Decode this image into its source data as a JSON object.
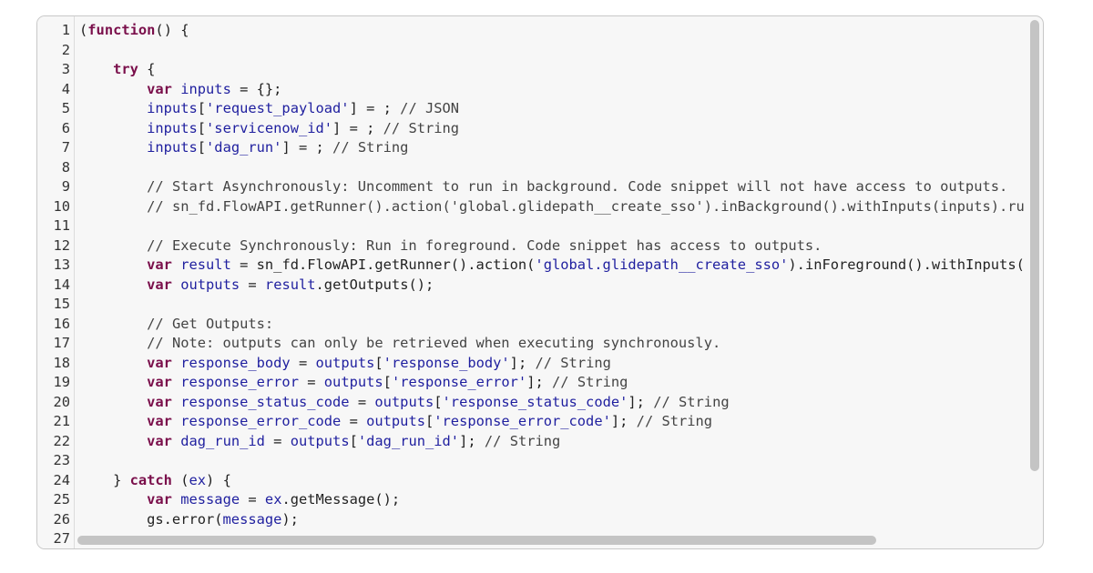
{
  "editor": {
    "lines": [
      {
        "n": "1",
        "t": [
          [
            "pun",
            "("
          ],
          [
            "kw",
            "function"
          ],
          [
            "pun",
            "() {"
          ]
        ]
      },
      {
        "n": "2",
        "t": []
      },
      {
        "n": "3",
        "t": [
          [
            "pun",
            "    "
          ],
          [
            "kw",
            "try"
          ],
          [
            "pun",
            " {"
          ]
        ]
      },
      {
        "n": "4",
        "t": [
          [
            "pun",
            "        "
          ],
          [
            "kw",
            "var"
          ],
          [
            "pun",
            " "
          ],
          [
            "var",
            "inputs"
          ],
          [
            "pun",
            " = {};"
          ]
        ]
      },
      {
        "n": "5",
        "t": [
          [
            "pun",
            "        "
          ],
          [
            "var",
            "inputs"
          ],
          [
            "pun",
            "["
          ],
          [
            "str",
            "'request_payload'"
          ],
          [
            "pun",
            "] = ; "
          ],
          [
            "com",
            "// JSON"
          ]
        ]
      },
      {
        "n": "6",
        "t": [
          [
            "pun",
            "        "
          ],
          [
            "var",
            "inputs"
          ],
          [
            "pun",
            "["
          ],
          [
            "str",
            "'servicenow_id'"
          ],
          [
            "pun",
            "] = ; "
          ],
          [
            "com",
            "// String"
          ]
        ]
      },
      {
        "n": "7",
        "t": [
          [
            "pun",
            "        "
          ],
          [
            "var",
            "inputs"
          ],
          [
            "pun",
            "["
          ],
          [
            "str",
            "'dag_run'"
          ],
          [
            "pun",
            "] = ; "
          ],
          [
            "com",
            "// String"
          ]
        ]
      },
      {
        "n": "8",
        "t": []
      },
      {
        "n": "9",
        "t": [
          [
            "pun",
            "        "
          ],
          [
            "com",
            "// Start Asynchronously: Uncomment to run in background. Code snippet will not have access to outputs."
          ]
        ]
      },
      {
        "n": "10",
        "t": [
          [
            "pun",
            "        "
          ],
          [
            "com",
            "// sn_fd.FlowAPI.getRunner().action('global.glidepath__create_sso').inBackground().withInputs(inputs).run();"
          ]
        ]
      },
      {
        "n": "11",
        "t": []
      },
      {
        "n": "12",
        "t": [
          [
            "pun",
            "        "
          ],
          [
            "com",
            "// Execute Synchronously: Run in foreground. Code snippet has access to outputs."
          ]
        ]
      },
      {
        "n": "13",
        "t": [
          [
            "pun",
            "        "
          ],
          [
            "kw",
            "var"
          ],
          [
            "pun",
            " "
          ],
          [
            "var",
            "result"
          ],
          [
            "pun",
            " = sn_fd.FlowAPI.getRunner().action("
          ],
          [
            "str",
            "'global.glidepath__create_sso'"
          ],
          [
            "pun",
            ").inForeground().withInputs(inputs).run();"
          ]
        ]
      },
      {
        "n": "14",
        "t": [
          [
            "pun",
            "        "
          ],
          [
            "kw",
            "var"
          ],
          [
            "pun",
            " "
          ],
          [
            "var",
            "outputs"
          ],
          [
            "pun",
            " = "
          ],
          [
            "var",
            "result"
          ],
          [
            "pun",
            ".getOutputs();"
          ]
        ]
      },
      {
        "n": "15",
        "t": []
      },
      {
        "n": "16",
        "t": [
          [
            "pun",
            "        "
          ],
          [
            "com",
            "// Get Outputs:"
          ]
        ]
      },
      {
        "n": "17",
        "t": [
          [
            "pun",
            "        "
          ],
          [
            "com",
            "// Note: outputs can only be retrieved when executing synchronously."
          ]
        ]
      },
      {
        "n": "18",
        "t": [
          [
            "pun",
            "        "
          ],
          [
            "kw",
            "var"
          ],
          [
            "pun",
            " "
          ],
          [
            "var",
            "response_body"
          ],
          [
            "pun",
            " = "
          ],
          [
            "var",
            "outputs"
          ],
          [
            "pun",
            "["
          ],
          [
            "str",
            "'response_body'"
          ],
          [
            "pun",
            "]; "
          ],
          [
            "com",
            "// String"
          ]
        ]
      },
      {
        "n": "19",
        "t": [
          [
            "pun",
            "        "
          ],
          [
            "kw",
            "var"
          ],
          [
            "pun",
            " "
          ],
          [
            "var",
            "response_error"
          ],
          [
            "pun",
            " = "
          ],
          [
            "var",
            "outputs"
          ],
          [
            "pun",
            "["
          ],
          [
            "str",
            "'response_error'"
          ],
          [
            "pun",
            "]; "
          ],
          [
            "com",
            "// String"
          ]
        ]
      },
      {
        "n": "20",
        "t": [
          [
            "pun",
            "        "
          ],
          [
            "kw",
            "var"
          ],
          [
            "pun",
            " "
          ],
          [
            "var",
            "response_status_code"
          ],
          [
            "pun",
            " = "
          ],
          [
            "var",
            "outputs"
          ],
          [
            "pun",
            "["
          ],
          [
            "str",
            "'response_status_code'"
          ],
          [
            "pun",
            "]; "
          ],
          [
            "com",
            "// String"
          ]
        ]
      },
      {
        "n": "21",
        "t": [
          [
            "pun",
            "        "
          ],
          [
            "kw",
            "var"
          ],
          [
            "pun",
            " "
          ],
          [
            "var",
            "response_error_code"
          ],
          [
            "pun",
            " = "
          ],
          [
            "var",
            "outputs"
          ],
          [
            "pun",
            "["
          ],
          [
            "str",
            "'response_error_code'"
          ],
          [
            "pun",
            "]; "
          ],
          [
            "com",
            "// String"
          ]
        ]
      },
      {
        "n": "22",
        "t": [
          [
            "pun",
            "        "
          ],
          [
            "kw",
            "var"
          ],
          [
            "pun",
            " "
          ],
          [
            "var",
            "dag_run_id"
          ],
          [
            "pun",
            " = "
          ],
          [
            "var",
            "outputs"
          ],
          [
            "pun",
            "["
          ],
          [
            "str",
            "'dag_run_id'"
          ],
          [
            "pun",
            "]; "
          ],
          [
            "com",
            "// String"
          ]
        ]
      },
      {
        "n": "23",
        "t": []
      },
      {
        "n": "24",
        "t": [
          [
            "pun",
            "    } "
          ],
          [
            "kw",
            "catch"
          ],
          [
            "pun",
            " ("
          ],
          [
            "var",
            "ex"
          ],
          [
            "pun",
            ") {"
          ]
        ]
      },
      {
        "n": "25",
        "t": [
          [
            "pun",
            "        "
          ],
          [
            "kw",
            "var"
          ],
          [
            "pun",
            " "
          ],
          [
            "var",
            "message"
          ],
          [
            "pun",
            " = "
          ],
          [
            "var",
            "ex"
          ],
          [
            "pun",
            ".getMessage();"
          ]
        ]
      },
      {
        "n": "26",
        "t": [
          [
            "pun",
            "        gs.error("
          ],
          [
            "var",
            "message"
          ],
          [
            "pun",
            ");"
          ]
        ]
      },
      {
        "n": "27",
        "t": []
      }
    ]
  }
}
